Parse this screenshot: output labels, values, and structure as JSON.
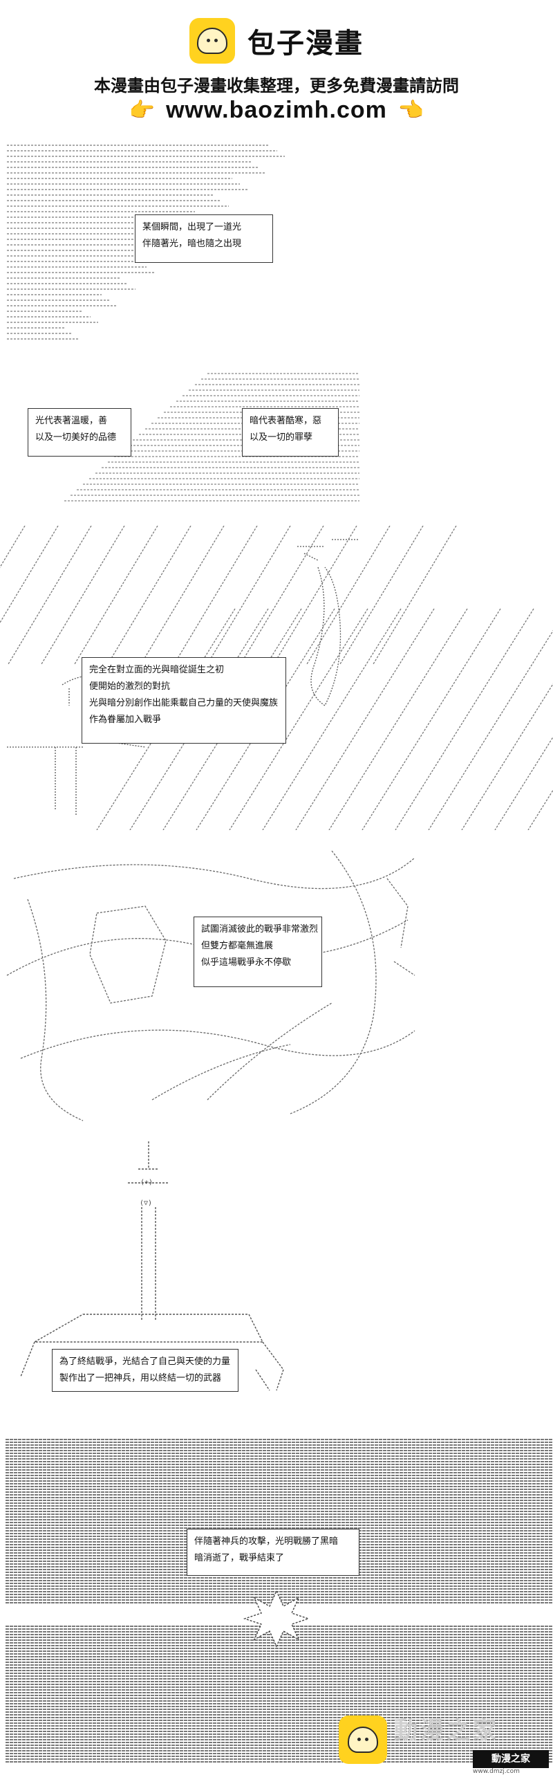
{
  "header": {
    "site_name": "包子漫畫",
    "notice": "本漫畫由包子漫畫收集整理，更多免費漫畫請訪問",
    "url": "www.baozimh.com",
    "hand_left": "👉",
    "hand_right": "👈"
  },
  "panels": [
    {
      "captions": [
        [
          "某個瞬間，出現了一道光",
          "伴隨著光，暗也隨之出現"
        ]
      ]
    },
    {
      "captions": [
        [
          "光代表著溫暖，善",
          "以及一切美好的品德"
        ],
        [
          "暗代表著酷寒，惡",
          "以及一切的罪孽"
        ]
      ]
    },
    {
      "captions": [
        [
          "完全在對立面的光與暗從誕生之初",
          "便開始的激烈的對抗",
          "光與暗分別創作出能乘載自己力量的天使與魔族",
          "作為眷屬加入戰爭"
        ]
      ]
    },
    {
      "captions": [
        [
          "試圖消滅彼此的戰爭非常激烈",
          "但雙方都毫無進展",
          "似乎這場戰爭永不停歇"
        ]
      ]
    },
    {
      "captions": [
        [
          "為了終結戰爭，光結合了自己與天使的力量",
          "製作出了一把神兵，用以終結一切的武器"
        ]
      ]
    },
    {
      "captions": [
        [
          "伴隨著神兵的攻擊，光明戰勝了黑暗",
          "暗消逝了，戰爭結束了"
        ]
      ]
    }
  ],
  "sword_glyphs": {
    "hilt_mark": "(+)",
    "blade_mark": "(▽)"
  },
  "watermark": {
    "text": "動漫之家",
    "badge": "動漫之家",
    "url": "www.dmzj.com"
  }
}
